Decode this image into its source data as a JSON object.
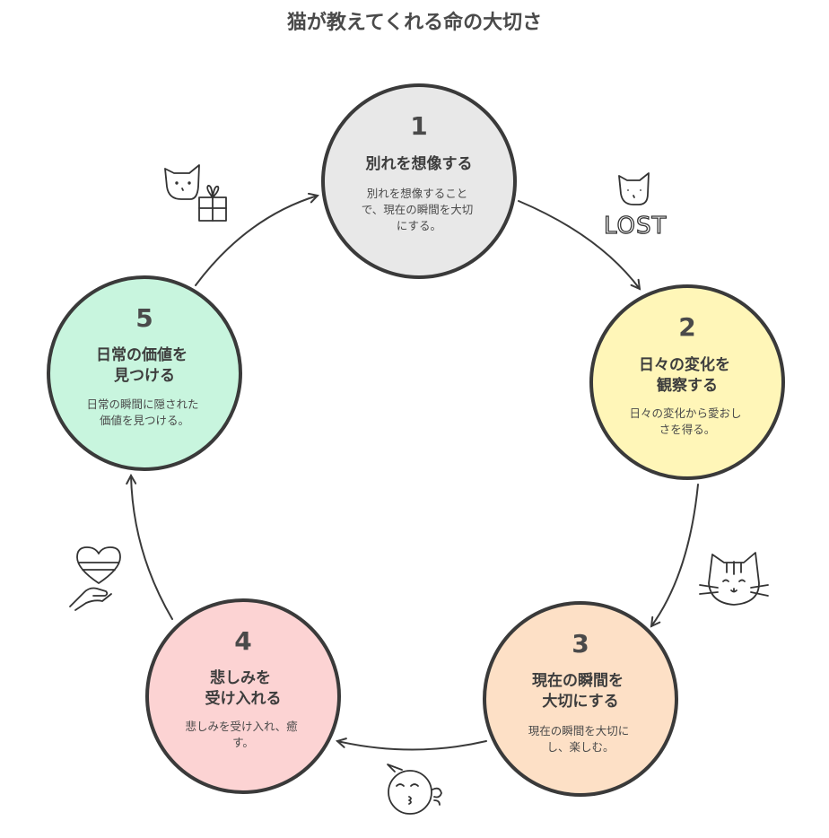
{
  "title": "猫が教えてくれる命の大切さ",
  "steps": [
    {
      "number": "1",
      "heading": [
        "別れを想像する"
      ],
      "description": [
        "別れを想像すること",
        "で、現在の瞬間を大切",
        "にする。"
      ],
      "color": "#e8e8e8"
    },
    {
      "number": "2",
      "heading": [
        "日々の変化を",
        "観察する"
      ],
      "description": [
        "日々の変化から愛おし",
        "さを得る。"
      ],
      "color": "#fff6b8"
    },
    {
      "number": "3",
      "heading": [
        "現在の瞬間を",
        "大切にする"
      ],
      "description": [
        "現在の瞬間を大切に",
        "し、楽しむ。"
      ],
      "color": "#fde0c6"
    },
    {
      "number": "4",
      "heading": [
        "悲しみを",
        "受け入れる"
      ],
      "description": [
        "悲しみを受け入れ、癒",
        "す。"
      ],
      "color": "#fcd3d3"
    },
    {
      "number": "5",
      "heading": [
        "日常の価値を",
        "見つける"
      ],
      "description": [
        "日常の瞬間に隠された",
        "価値を見つける。"
      ],
      "color": "#c8f5de"
    }
  ],
  "icons": [
    "cat-gift-icon",
    "lost-cat-icon",
    "striped-cat-icon",
    "whistling-face-icon",
    "heart-hand-icon"
  ],
  "icon_text": {
    "lost": "LOST"
  }
}
